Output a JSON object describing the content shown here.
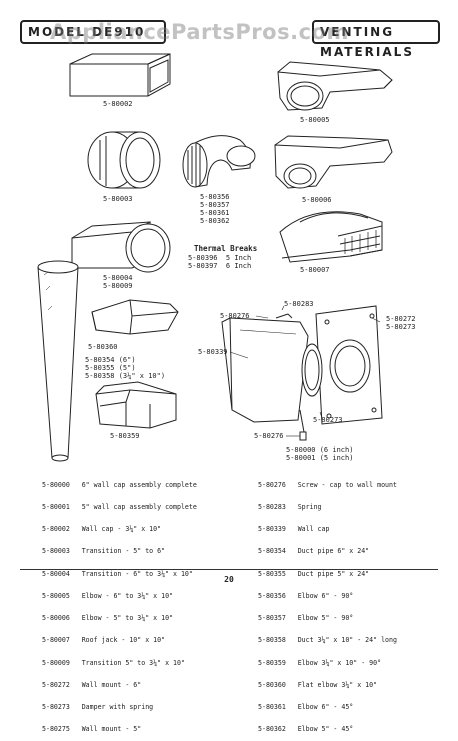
{
  "header": {
    "watermark": "AppliancePartsPros.com",
    "left_title": "MODEL DE910",
    "right_title": "VENTING MATERIALS"
  },
  "labels": {
    "p80002": "5-80002",
    "p80005": "5-80005",
    "p80003": "5-80003",
    "p80356_group": "5-80356\n5-80357\n5-80361\n5-80362",
    "p80006": "5-80006",
    "p80004_group": "5-80004\n5-80009",
    "p80007": "5-80007",
    "thermal_title": "Thermal Breaks",
    "thermal_lines": "5-80396  5 Inch\n5-80397  6 Inch",
    "p80360": "5-80360",
    "p80354_group": "5-80354 (6\")\n5-80355 (5\")\n5-80358 (3¼\" x 10\")",
    "p80359": "5-80359",
    "p80276_top": "5-80276",
    "p80283": "5-80283",
    "p80272_group": "5-80272\n5-80273",
    "p80339": "5-80339",
    "p80273": "5-80273",
    "p80276_bot": "5-80276",
    "p80000_group": "5-80000 (6 inch)\n5-80001 (5 inch)"
  },
  "legend_left": [
    "5-80000   6\" wall cap assembly complete",
    "5-80001   5\" wall cap assembly complete",
    "5-80002   Wall cap - 3¼\" x 10\"",
    "5-80003   Transition - 5\" to 6\"",
    "5-80004   Transition - 6\" to 3¼\" x 10\"",
    "5-80005   Elbow - 6\" to 3¼\" x 10\"",
    "5-80006   Elbow - 5\" to 3¼\" x 10\"",
    "5-80007   Roof jack - 10\" x 10\"",
    "5-80009   Transition 5\" to 3¼\" x 10\"",
    "5-80272   Wall mount - 6\"",
    "5-80273   Damper with spring",
    "5-80275   Wall mount - 5\""
  ],
  "legend_right": [
    "5-80276   Screw - cap to wall mount",
    "5-80283   Spring",
    "5-80339   Wall cap",
    "5-80354   Duct pipe 6\" x 24\"",
    "5-80355   Duct pipe 5\" x 24\"",
    "5-80356   Elbow 6\" - 90°",
    "5-80357   Elbow 5\" - 90°",
    "5-80358   Duct 3¼\" x 10\" - 24\" long",
    "5-80359   Elbow 3¼\" x 10\" - 90°",
    "5-80360   Flat elbow 3¼\" x 10\"",
    "5-80361   Elbow 6\" - 45°",
    "5-80362   Elbow 5\" - 45°"
  ],
  "page_number": "20"
}
